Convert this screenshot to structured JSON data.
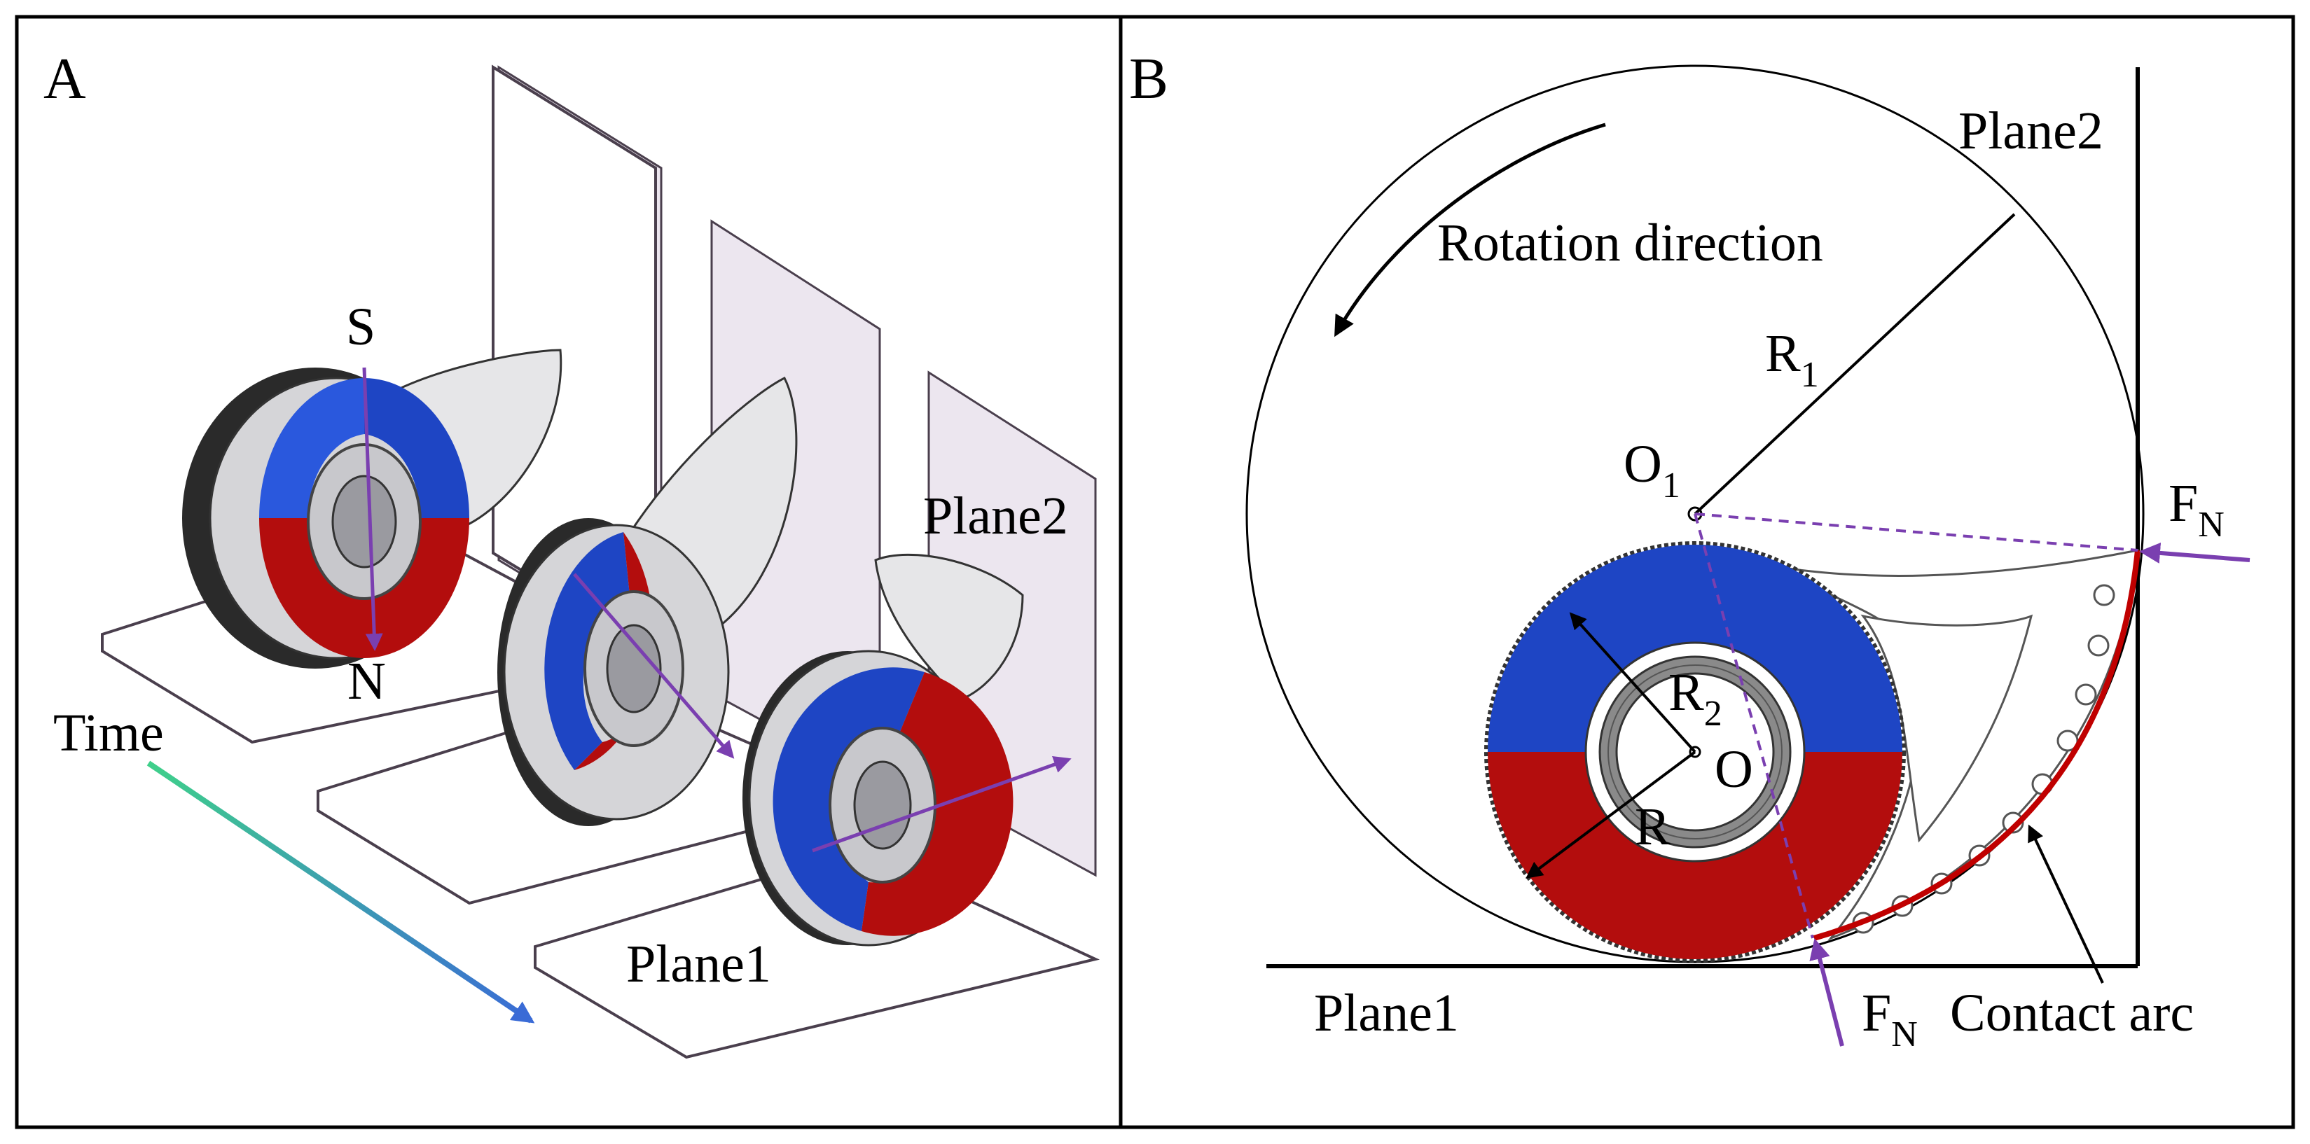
{
  "panels": {
    "a": {
      "letter": "A",
      "pole_south": "S",
      "pole_north": "N",
      "time_label": "Time",
      "plane1_label": "Plane1",
      "plane2_label": "Plane2"
    },
    "b": {
      "letter": "B",
      "plane1_label": "Plane1",
      "plane2_label": "Plane2",
      "rotation_label": "Rotation direction",
      "r1": {
        "main": "R",
        "sub": "1"
      },
      "o1": {
        "main": "O",
        "sub": "1"
      },
      "fn_right": {
        "main": "F",
        "sub": "N"
      },
      "fn_bottom": {
        "main": "F",
        "sub": "N"
      },
      "r2": {
        "main": "R",
        "sub": "2"
      },
      "o_label": "O",
      "r_label": "R",
      "contact_arc_label": "Contact arc"
    }
  },
  "colors": {
    "magnet_blue": "#1e45c4",
    "magnet_red": "#b30d0d",
    "force_arrow": "#7a3fb0",
    "contact_arc": "#c00000",
    "time_arrow_start": "#3fd08a",
    "time_arrow_end": "#3a6bd6",
    "tread": "#2a2a2a",
    "bearing_grey": "#8a8a8a"
  }
}
